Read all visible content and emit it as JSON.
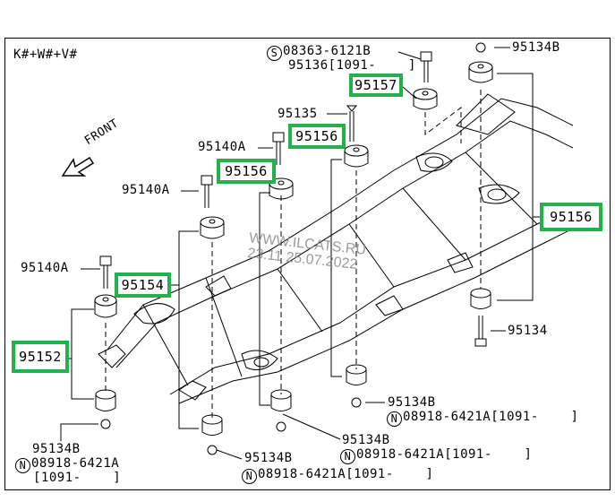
{
  "diagram": {
    "condition_code": "K#+W#+V#",
    "direction_label": "FRONT",
    "watermark": {
      "site": "WWW.ILCATS.RU",
      "dates": "23.11 25.07.2022"
    },
    "highlight_color": "#22b14c",
    "callouts": {
      "bolt_std": {
        "symbol": "S",
        "part": "08363-6121B"
      },
      "p95136": "95136",
      "p95136_range": "[1091-    ]",
      "p95134b_top": "95134B",
      "p95157": "95157",
      "p95135": "95135",
      "p95140a_1": "95140A",
      "p95156_a": "95156",
      "p95140a_2": "95140A",
      "p95156_b": "95156",
      "p95156_right": "95156",
      "p95140a_3": "95140A",
      "p95154": "95154",
      "p95152": "95152",
      "p95134": "95134",
      "nut_right": {
        "part": "95134B",
        "symbol": "N",
        "std": "08918-6421A",
        "range": "[1091-    ]"
      },
      "nut_mid": {
        "part": "95134B",
        "symbol": "N",
        "std": "08918-6421A",
        "range": "[1091-    ]"
      },
      "nut_center": {
        "part": "95134B",
        "symbol": "N",
        "std": "08918-6421A",
        "range": "[1091-    ]"
      },
      "nut_left": {
        "part": "95134B",
        "symbol": "N",
        "std": "08918-6421A",
        "range": "[1091-    ]"
      }
    }
  }
}
